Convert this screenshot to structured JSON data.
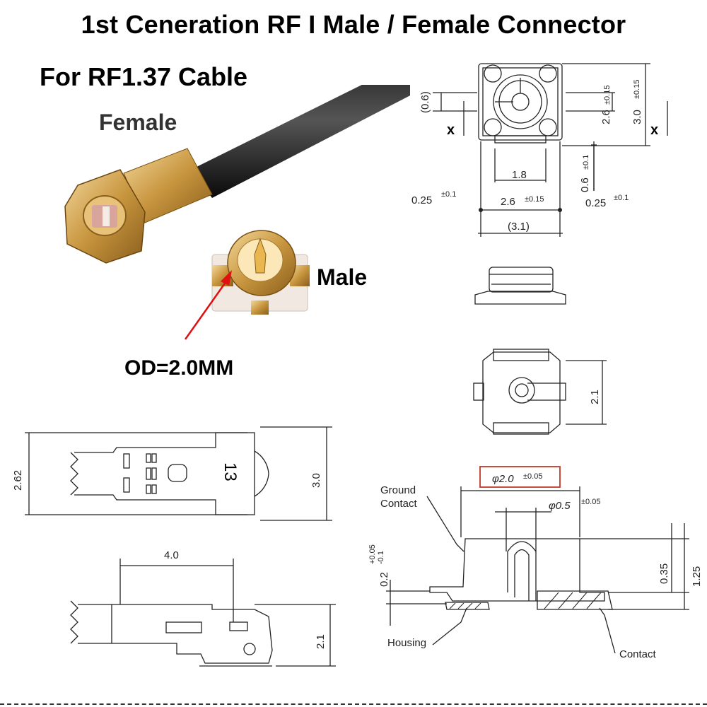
{
  "header": {
    "title": "1st Ceneration RF I Male / Female Connector",
    "subtitle": "For RF1.37 Cable"
  },
  "photo": {
    "female_label": "Female",
    "male_label": "Male",
    "od_label": "OD=2.0MM",
    "arrow_color": "#e01010"
  },
  "top_view": {
    "dim_0_6": "(0.6)",
    "mark_x": "x",
    "dim_2_6_v": "2.6",
    "tol_015": "±0.15",
    "dim_3_0": "3.0",
    "dim_1_8": "1.8",
    "dim_0_6_v": "0.6",
    "tol_01": "±0.1",
    "dim_0_25": "0.25",
    "dim_2_6_h": "2.6",
    "dim_3_1": "(3.1)"
  },
  "bottom_view": {
    "dim_2_1": "2.1"
  },
  "cable_plug": {
    "dim_2_62": "2.62",
    "dim_3_0": "3.0",
    "marking": "13",
    "dim_4_0": "4.0",
    "dim_2_1": "2.1"
  },
  "section": {
    "phi_outer": "φ2.0",
    "tol_005": "±0.05",
    "phi_inner": "φ0.5",
    "ground_contact": "Ground\nContact",
    "dim_0_2": "0.2",
    "tol_0_2_upper": "+0.05",
    "tol_0_2_lower": "-0.1",
    "dim_0_35": "0.35",
    "dim_1_25": "1.25",
    "housing": "Housing",
    "contact": "Contact",
    "highlight_color": "#c0392b"
  }
}
